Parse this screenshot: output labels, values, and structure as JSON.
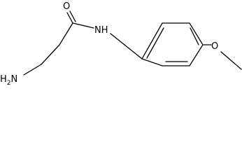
{
  "molecule": {
    "atom_labels": {
      "amine": "H2N",
      "amine_h": "H",
      "amine_sub": "2",
      "amine_n": "N",
      "carbonyl_o": "O",
      "amide_nh": "NH",
      "ether_o": "O"
    }
  }
}
